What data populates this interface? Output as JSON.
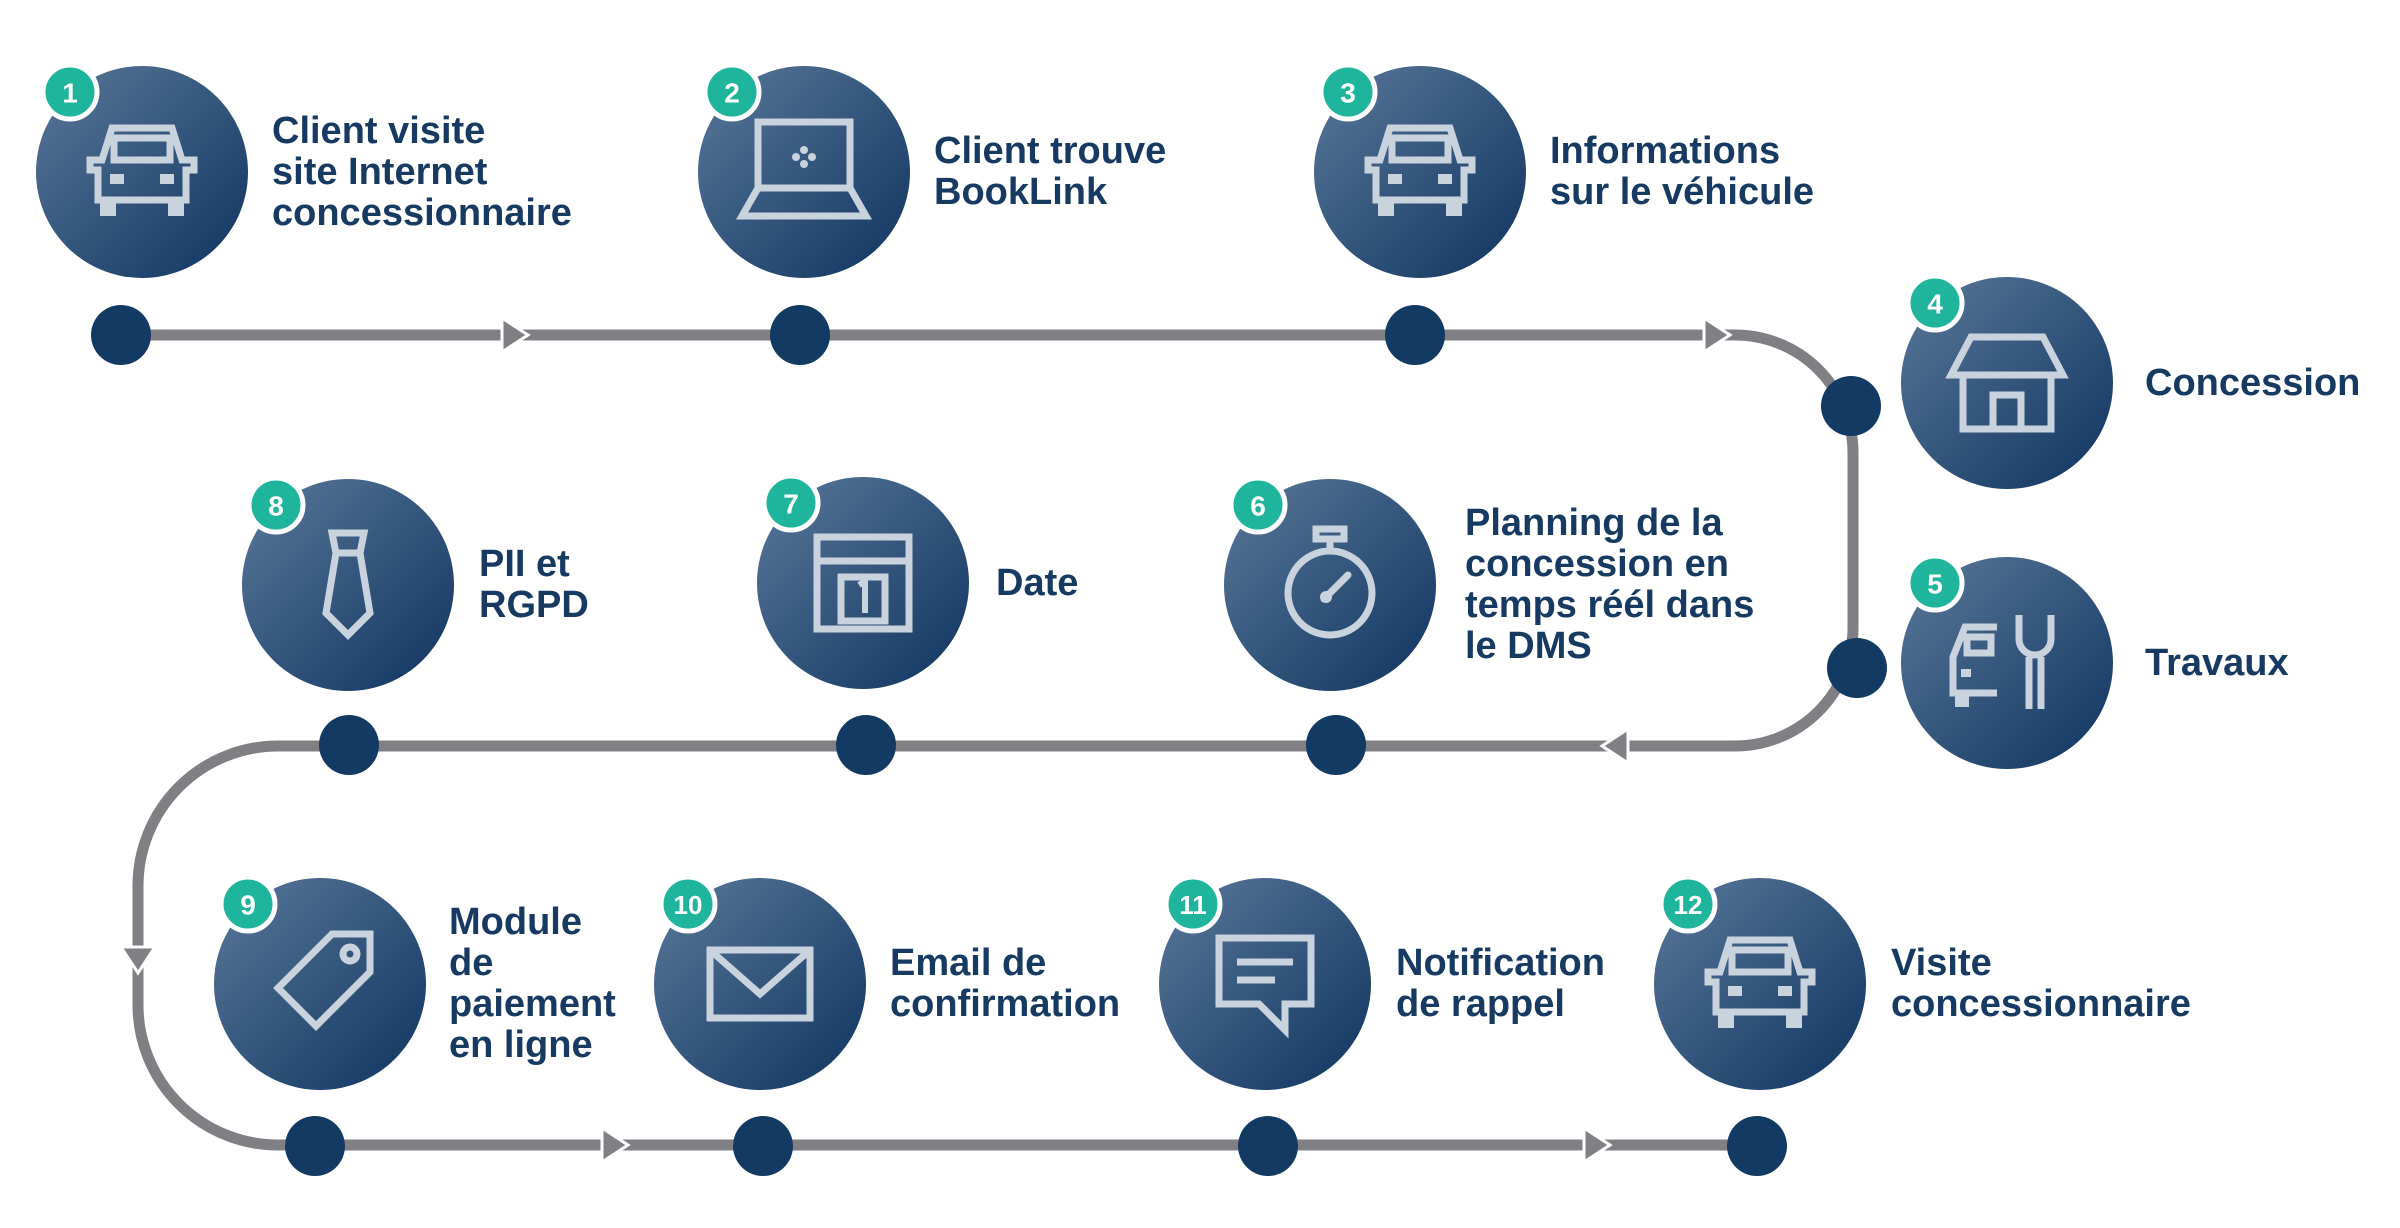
{
  "colors": {
    "accent": "#1fb59c",
    "navy": "#123a63",
    "circle_light": "#4d6d91",
    "circle_dark": "#113763",
    "path": "#808084",
    "icon": "#c9d3de",
    "label": "#173a63"
  },
  "steps": [
    {
      "number": "1",
      "label": "Client visite\nsite Internet\nconcessionnaire",
      "icon": "car-icon"
    },
    {
      "number": "2",
      "label": "Client trouve\nBookLink",
      "icon": "laptop-icon"
    },
    {
      "number": "3",
      "label": "Informations\nsur le véhicule",
      "icon": "car-icon"
    },
    {
      "number": "4",
      "label": "Concession",
      "icon": "store-icon"
    },
    {
      "number": "5",
      "label": "Travaux",
      "icon": "car-wrench-icon"
    },
    {
      "number": "6",
      "label": "Planning de la\nconcession en\ntemps réél dans\nle DMS",
      "icon": "stopwatch-icon"
    },
    {
      "number": "7",
      "label": "Date",
      "icon": "calendar-icon"
    },
    {
      "number": "8",
      "label": "PII et\nRGPD",
      "icon": "tie-icon"
    },
    {
      "number": "9",
      "label": "Module\nde\npaiement\nen ligne",
      "icon": "tag-icon"
    },
    {
      "number": "10",
      "label": "Email de\nconfirmation",
      "icon": "envelope-icon"
    },
    {
      "number": "11",
      "label": "Notification\nde rappel",
      "icon": "chat-icon"
    },
    {
      "number": "12",
      "label": "Visite\nconcessionnaire",
      "icon": "car-icon"
    }
  ]
}
